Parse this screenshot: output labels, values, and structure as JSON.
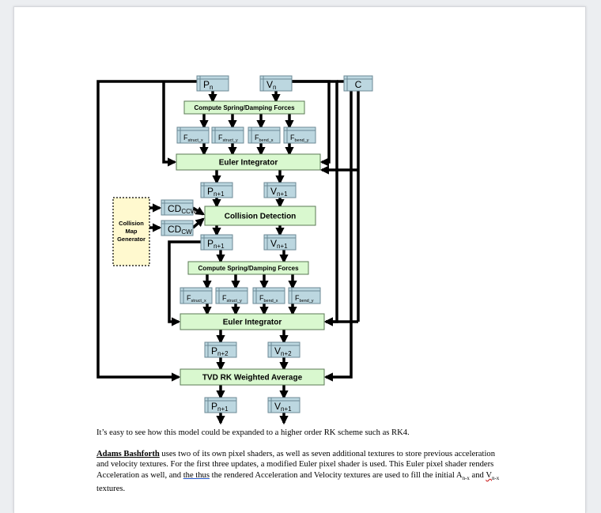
{
  "diagram": {
    "textures": {
      "p_n": {
        "base": "P",
        "sub": "n"
      },
      "v_n": {
        "base": "V",
        "sub": "n"
      },
      "c": {
        "base": "C",
        "sub": ""
      },
      "f_struct_x_1": {
        "base": "F",
        "sub": "struct_x"
      },
      "f_struct_y_1": {
        "base": "F",
        "sub": "struct_y"
      },
      "f_bend_x_1": {
        "base": "F",
        "sub": "bend_x"
      },
      "f_bend_y_1": {
        "base": "F",
        "sub": "bend_y"
      },
      "p_n1_a": {
        "base": "P",
        "sub": "n+1"
      },
      "v_n1_a": {
        "base": "V",
        "sub": "n+1"
      },
      "cd_ccw": {
        "base": "CD",
        "sub": "CCW"
      },
      "cd_cw": {
        "base": "CD",
        "sub": "CW"
      },
      "p_n1_b": {
        "base": "P",
        "sub": "n+1"
      },
      "v_n1_b": {
        "base": "V",
        "sub": "n+1"
      },
      "f_struct_x_2": {
        "base": "F",
        "sub": "struct_x"
      },
      "f_struct_y_2": {
        "base": "F",
        "sub": "struct_y"
      },
      "f_bend_x_2": {
        "base": "F",
        "sub": "bend_x"
      },
      "f_bend_y_2": {
        "base": "F",
        "sub": "bend_y"
      },
      "p_n2": {
        "base": "P",
        "sub": "n+2"
      },
      "v_n2": {
        "base": "V",
        "sub": "n+2"
      },
      "p_n1_c": {
        "base": "P",
        "sub": "n+1"
      },
      "v_n1_c": {
        "base": "V",
        "sub": "n+1"
      }
    },
    "boxes": {
      "spring_1": "Compute Spring/Damping Forces",
      "euler_1": "Euler Integrator",
      "collision": "Collision Detection",
      "spring_2": "Compute Spring/Damping Forces",
      "euler_2": "Euler Integrator",
      "tvd": "TVD RK Weighted Average"
    },
    "generator_lines": [
      "Collision",
      "Map",
      "Generator"
    ],
    "colors": {
      "texture": "#bcd7e0",
      "process": "#d9f8cf",
      "generator": "#fff9cf"
    }
  },
  "text": {
    "para1": "It’s easy to see how this model could be expanded to a higher order RK scheme such as RK4.",
    "para2_bold": "Adams Bashforth",
    "para2_a": " uses two of its own pixel shaders, as well as seven additional textures to store previous acceleration and velocity textures. For the first three updates, a modified Euler pixel shader is used. This Euler pixel shader renders Acceleration as well, and ",
    "para2_link": "the thus",
    "para2_b": " the rendered Acceleration and Velocity textures are used to fill the initial A",
    "para2_sub1": "n-x",
    "para2_c": " and ",
    "para2_v": "V",
    "para2_sub2": "n-x",
    "para2_d": " textures."
  }
}
